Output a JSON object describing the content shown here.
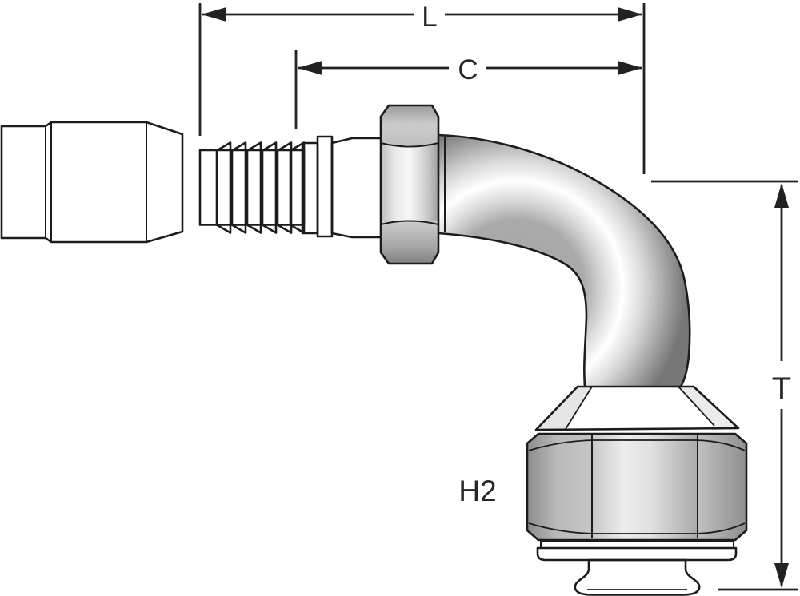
{
  "diagram": {
    "labels": {
      "L": "L",
      "C": "C",
      "T": "T",
      "H2": "H2"
    },
    "colors": {
      "background": "#ffffff",
      "line": "#1c1c1c",
      "dimension_line": "#222222",
      "label_text": "#262626",
      "metal_highlight": "#ffffff",
      "metal_midtone": "#c8c8c8",
      "metal_shadow": "#6a6a6a"
    }
  }
}
